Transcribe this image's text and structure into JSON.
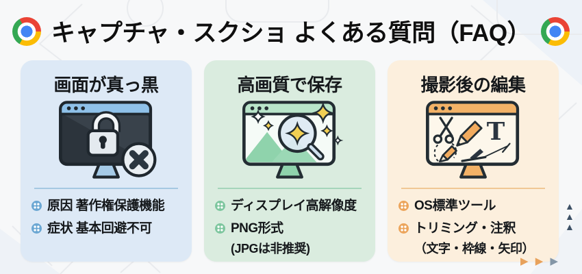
{
  "title": "キャプチャ・スクショ よくある質問（FAQ）",
  "colors": {
    "chrome_red": "#ea4335",
    "chrome_yellow": "#fbbc05",
    "chrome_green": "#34a853",
    "chrome_blue": "#4285f4",
    "title_color": "#0f0f0f",
    "decor_up": "#3e5166",
    "decor_orange": "#e8a25c",
    "decor_gray": "#8496a7"
  },
  "cards": [
    {
      "header": "画面が真っ黒",
      "icon": "monitor-lock-error-icon",
      "accent": "#dde9f6",
      "divider": "#a5c8e2",
      "bullet_color": "#6ba7d3",
      "bullets": [
        {
          "text": "原因 著作権保護機能",
          "sub": ""
        },
        {
          "text": "症状 基本回避不可",
          "sub": ""
        }
      ]
    },
    {
      "header": "高画質で保存",
      "icon": "monitor-magnifier-sparkle-icon",
      "accent": "#daecdf",
      "divider": "#a5d5ba",
      "bullet_color": "#7dc69e",
      "bullets": [
        {
          "text": "ディスプレイ高解像度",
          "sub": ""
        },
        {
          "text": "PNG形式",
          "sub": "(JPGは非推奨)"
        }
      ]
    },
    {
      "header": "撮影後の編集",
      "icon": "monitor-editing-tools-icon",
      "accent": "#fcefdd",
      "divider": "#f0c794",
      "bullet_color": "#eca55c",
      "bullets": [
        {
          "text": "OS標準ツール",
          "sub": ""
        },
        {
          "text": "トリミング・注釈",
          "sub": "（文字・枠線・矢印）"
        }
      ]
    }
  ],
  "decor": {
    "up_arrow": "▲",
    "right_arrow": "▶"
  }
}
